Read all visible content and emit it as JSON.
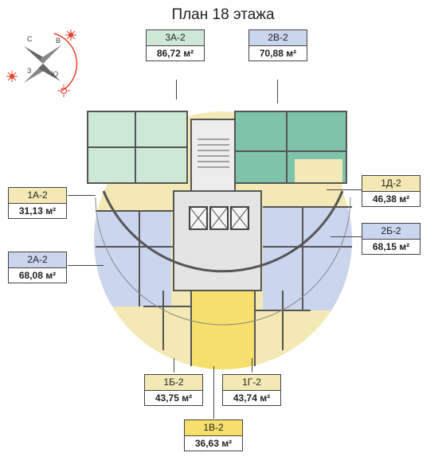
{
  "title": "План 18 этажа",
  "compass": {
    "n": "С",
    "e": "В",
    "s": "Ю",
    "w": "З",
    "sun_color": "#e8412c"
  },
  "colors": {
    "green": "#cde8d6",
    "green_dark": "#7fc3aa",
    "blue": "#c9d6ee",
    "yellow": "#f4e9b4",
    "yellow_bright": "#f6e06b",
    "wall": "#555555"
  },
  "units": [
    {
      "id": "3a2",
      "name": "3А-2",
      "area": "86,72 м²",
      "color": "#cde8d6"
    },
    {
      "id": "2v2",
      "name": "2В-2",
      "area": "70,88 м²",
      "color": "#c9d6ee"
    },
    {
      "id": "1a2",
      "name": "1А-2",
      "area": "31,13 м²",
      "color": "#f4e9b4"
    },
    {
      "id": "1d2",
      "name": "1Д-2",
      "area": "46,38 м²",
      "color": "#f4e9b4"
    },
    {
      "id": "2b2",
      "name": "2Б-2",
      "area": "68,15 м²",
      "color": "#c9d6ee"
    },
    {
      "id": "2a2",
      "name": "2А-2",
      "area": "68,08 м²",
      "color": "#c9d6ee"
    },
    {
      "id": "1b2",
      "name": "1Б-2",
      "area": "43,75 м²",
      "color": "#f4e9b4"
    },
    {
      "id": "1g2",
      "name": "1Г-2",
      "area": "43,74 м²",
      "color": "#f4e9b4"
    },
    {
      "id": "1v2",
      "name": "1В-2",
      "area": "36,63 м²",
      "color": "#f6e06b"
    }
  ]
}
